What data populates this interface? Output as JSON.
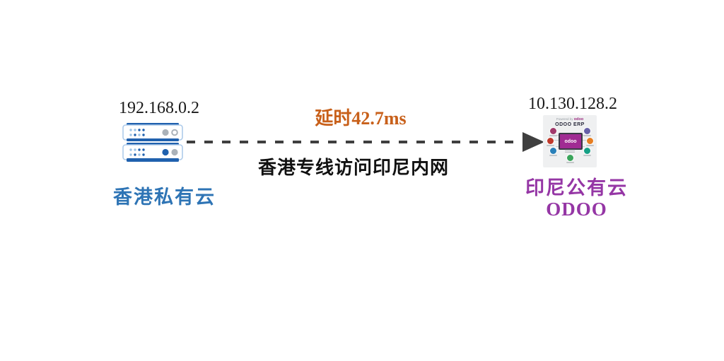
{
  "diagram": {
    "left_node": {
      "ip": "192.168.0.2",
      "label": "香港私有云",
      "label_color": "#2E74B5",
      "icon": "server-rack"
    },
    "right_node": {
      "ip": "10.130.128.2",
      "label": "印尼公有云",
      "sublabel": "ODOO",
      "label_color": "#9536A5"
    },
    "link": {
      "latency_label": "延时42.7ms",
      "latency_color": "#C8601A",
      "description": "香港专线访问印尼内网",
      "line_style": "dashed",
      "line_color": "#3F3F3F",
      "direction": "left-to-right"
    },
    "odoo_card": {
      "powered_prefix": "Powered by",
      "powered_brand": "odoo",
      "title": "ODOO ERP",
      "screen_text": "odoo",
      "screen_color": "#A02B93",
      "app_icon_colors": {
        "top_left": "#A13A6B",
        "top_right": "#6761A8",
        "mid_left": "#C0392B",
        "mid_right": "#E67E22",
        "bottom_left": "#2980B9",
        "bottom_right": "#16A085",
        "bottom_center": "#3BA55C"
      }
    },
    "server_icon_colors": {
      "dark_blue": "#2061AE",
      "light_blue": "#9DC3E6",
      "gray": "#ABB2B9"
    }
  }
}
